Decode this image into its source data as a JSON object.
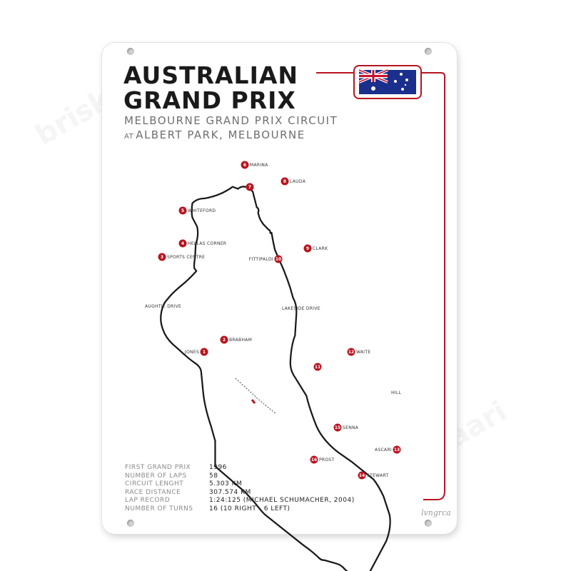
{
  "title_line1": "AUSTRALIAN",
  "title_line2": "GRAND PRIX",
  "subtitle_line1": "MELBOURNE GRAND PRIX CIRCUIT",
  "subtitle_at": "AT",
  "subtitle_line2": "ALBERT PARK, MELBOURNE",
  "flag": "australian-flag",
  "accent_color": "#b8141f",
  "corners": [
    {
      "num": "1",
      "label": "JONES"
    },
    {
      "num": "2",
      "label": "BRABHAM"
    },
    {
      "num": "3",
      "label": "SPORTS CENTRE"
    },
    {
      "num": "4",
      "label": "HELLAS CORNER"
    },
    {
      "num": "5",
      "label": "WHITEFORD"
    },
    {
      "num": "6",
      "label": "MARINA"
    },
    {
      "num": "7",
      "label": ""
    },
    {
      "num": "8",
      "label": "LAUDA"
    },
    {
      "num": "9",
      "label": "CLARK"
    },
    {
      "num": "10",
      "label": "FITTIPALDI"
    },
    {
      "num": "11",
      "label": ""
    },
    {
      "num": "12",
      "label": "WAITE"
    },
    {
      "num": "13",
      "label": "ASCARI"
    },
    {
      "num": "14",
      "label": "STEWART"
    },
    {
      "num": "15",
      "label": "SENNA"
    },
    {
      "num": "16",
      "label": "PROST"
    }
  ],
  "road_labels": {
    "aughtie": "AUGHTIE DRIVE",
    "lakeside": "LAKESIDE DRIVE",
    "hill": "HILL"
  },
  "stats": [
    {
      "label": "FIRST GRAND PRIX",
      "value": "1996"
    },
    {
      "label": "NUMBER OF LAPS",
      "value": "58"
    },
    {
      "label": "CIRCUIT LENGHT",
      "value": "5.303 KM"
    },
    {
      "label": "RACE DISTANCE",
      "value": "307.574 KM"
    },
    {
      "label": "LAP RECORD",
      "value": "1:24:125 (MICHAEL SCHUMACHER, 2004)"
    },
    {
      "label": "NUMBER OF TURNS",
      "value": "16 (10 RIGHT - 6 LEFT)"
    }
  ],
  "signature": "lvngrca",
  "watermark": "briskaari"
}
